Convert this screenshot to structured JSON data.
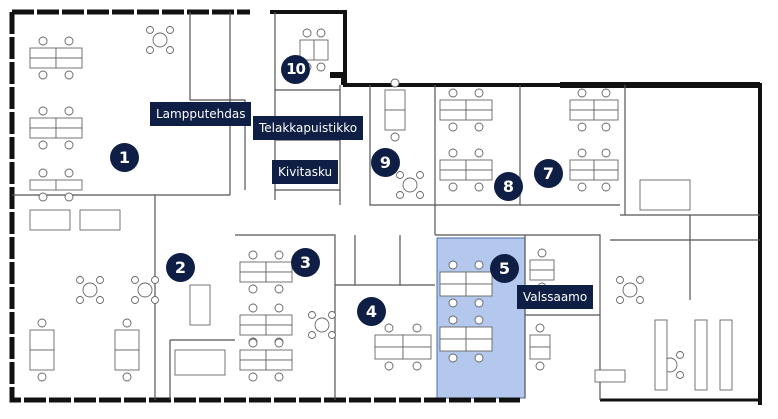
{
  "floor_plan": {
    "highlight_color": "#b3c8ec",
    "marker_color": "#0f1e45",
    "highlighted_room": "5",
    "markers": [
      {
        "id": "1",
        "label": "1"
      },
      {
        "id": "2",
        "label": "2"
      },
      {
        "id": "3",
        "label": "3"
      },
      {
        "id": "4",
        "label": "4"
      },
      {
        "id": "5",
        "label": "5"
      },
      {
        "id": "7",
        "label": "7"
      },
      {
        "id": "8",
        "label": "8"
      },
      {
        "id": "9",
        "label": "9"
      },
      {
        "id": "10",
        "label": "10"
      }
    ],
    "room_labels": [
      {
        "name": "Lampputehdas"
      },
      {
        "name": "Telakkapuistikko"
      },
      {
        "name": "Kivitasku"
      },
      {
        "name": "Valssaamo"
      }
    ]
  }
}
